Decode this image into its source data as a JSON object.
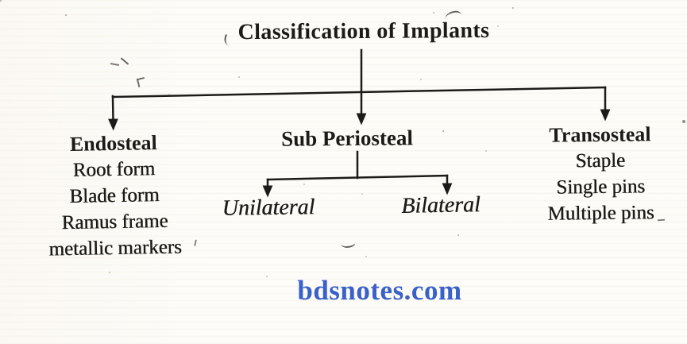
{
  "diagram": {
    "title": "Classification of Implants",
    "branches": [
      {
        "heading": "Endosteal",
        "items": [
          "Root form",
          "Blade form",
          "Ramus frame",
          "metallic markers"
        ]
      },
      {
        "heading": "Sub Periosteal",
        "children": [
          "Unilateral",
          "Bilateral"
        ]
      },
      {
        "heading": "Transosteal",
        "items": [
          "Staple",
          "Single pins",
          "Multiple pins"
        ]
      }
    ],
    "watermark": "bdsnotes.com"
  },
  "colors": {
    "ink": "#1d1b19",
    "watermark_blue": "#3a61c9",
    "paper": "#fdfcf8"
  }
}
